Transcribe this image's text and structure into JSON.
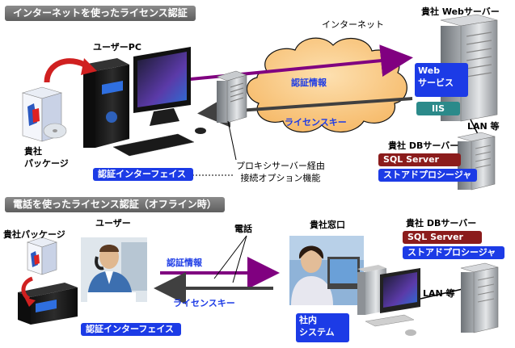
{
  "sections": {
    "internet_title": "インターネットを使ったライセンス認証",
    "phone_title": "電話を使ったライセンス認証（オフライン時）"
  },
  "top": {
    "user_pc_label": "ユーザーPC",
    "internet_label": "インターネット",
    "web_server_label": "貴社 Webサーバー",
    "web_service_box": "Web\nサービス",
    "iis_box": "IIS",
    "lan_label": "LAN 等",
    "db_server_label": "貴社 DBサーバー",
    "sql_server_box": "SQL Server",
    "stored_proc_box": "ストアドプロシージャ",
    "auth_info_label": "認証情報",
    "license_key_label": "ライセンスキー",
    "package_label": "貴社\nパッケージ",
    "auth_interface_box": "認証インターフェイス",
    "proxy_label": "プロキシサーバー経由\n接続オプション機能"
  },
  "bottom": {
    "package_label": "貴社パッケージ",
    "user_label": "ユーザー",
    "phone_label": "電話",
    "window_label": "貴社窓口",
    "db_server_label": "貴社 DBサーバー",
    "sql_server_box": "SQL Server",
    "stored_proc_box": "ストアドプロシージャ",
    "auth_info_label": "認証情報",
    "license_key_label": "ライセンスキー",
    "lan_label": "LAN 等",
    "internal_system_box": "社内\nシステム",
    "auth_interface_box": "認証インターフェイス"
  },
  "colors": {
    "auth_arrow": "#800080",
    "key_arrow": "#404040",
    "blue_box": "#1c3be6",
    "red_box": "#8b1c1c",
    "teal_box": "#2b8a8a",
    "cloud": "#f8c37a"
  }
}
